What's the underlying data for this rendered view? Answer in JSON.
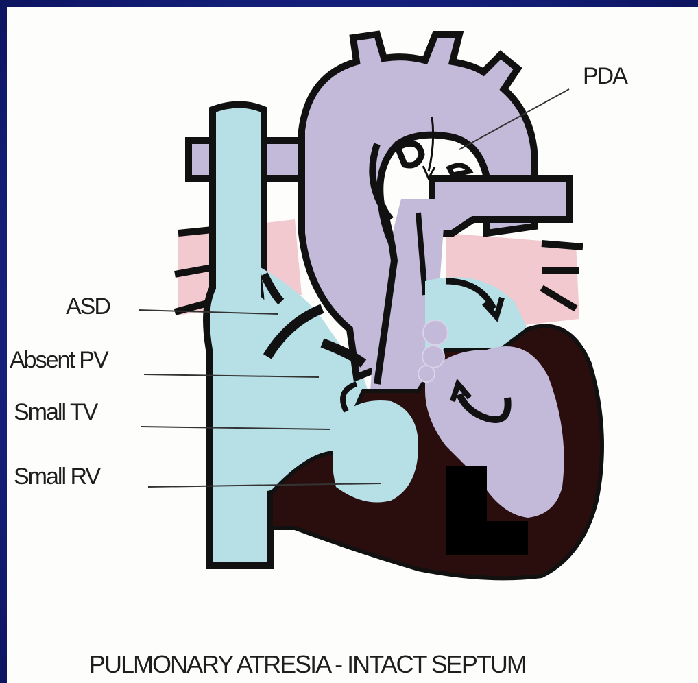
{
  "title": "PULMONARY ATRESIA - INTACT SEPTUM",
  "labels": {
    "pda": "PDA",
    "asd": "ASD",
    "absent_pv": "Absent PV",
    "small_tv": "Small TV",
    "small_rv": "Small RV"
  },
  "colors": {
    "background_blue": "#1a2a8c",
    "panel": "#fdfdfb",
    "deoxygenated_blue": "#b7dfe6",
    "aorta_lavender": "#c3bad9",
    "pulmonary_vein_pink": "#f2c9cf",
    "myocardium_dark": "#2a0e0e",
    "outline": "#111111"
  }
}
